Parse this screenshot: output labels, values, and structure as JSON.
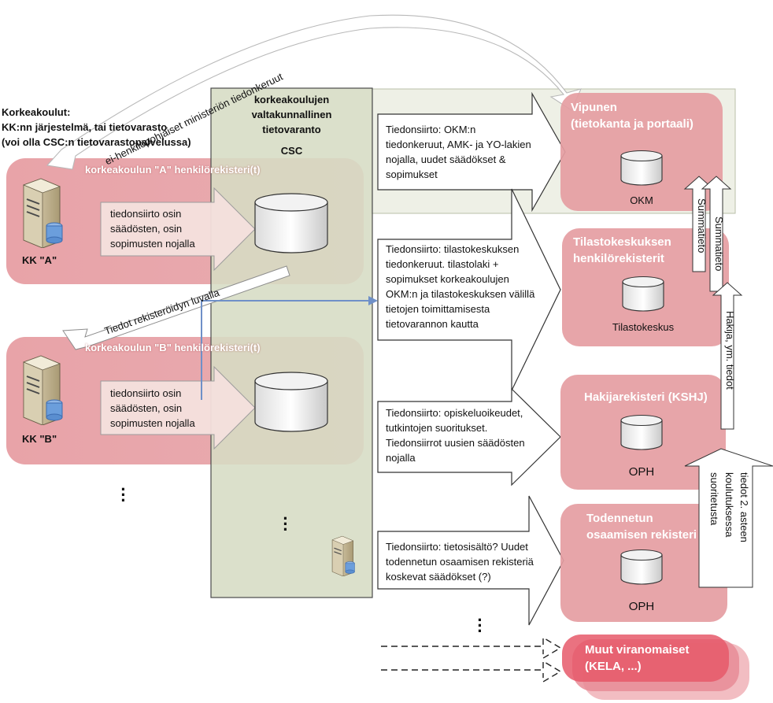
{
  "colors": {
    "band": "#e8a3a8",
    "band_dark": "#d98389",
    "csc_panel": "#d6dcc4",
    "vipunen_panel": "#eef0e6",
    "target_box": "#e59da2",
    "kela_box": "#e6596a",
    "blue_line": "#6f90c8"
  },
  "header": {
    "line1": "Korkeakoulut:",
    "line2": "KK:nn järjestelmä, tai tietovarasto",
    "line3": "(voi olla  CSC:n tietovarastopalvelussa)"
  },
  "top_arrow_label": "ei-henkilöpohjaiset ministeriön tiedonkeruut",
  "csc": {
    "title_line1": "korkeakoulujen",
    "title_line2": "valtakunnallinen",
    "title_line3": "tietovaranto",
    "subtitle": "CSC"
  },
  "band_a": {
    "title": "korkeakoulun \"A\" henkilörekisteri(t)",
    "server_label": "KK \"A\"",
    "arrow_line1": "tiedonsiirto osin",
    "arrow_line2": "säädösten, osin",
    "arrow_line3": "sopimusten nojalla"
  },
  "band_b": {
    "title": "korkeakoulun \"B\" henkilörekisteri(t)",
    "server_label": "KK \"B\"",
    "arrow_line1": "tiedonsiirto osin",
    "arrow_line2": "säädösten, osin",
    "arrow_line3": "sopimusten nojalla"
  },
  "return_arrow_label": "Tiedot rekisteröidyn luvalla",
  "flows": {
    "okm": [
      "Tiedonsiirto: OKM:n",
      "tiedonkeruut, AMK-  ja YO-lakien",
      "nojalla, uudet säädökset &",
      "sopimukset"
    ],
    "tilasto": [
      "Tiedonsiirto: tilastokeskuksen",
      "tiedonkeruut. tilastolaki +",
      "sopimukset korkeakoulujen",
      "OKM:n ja tilastokeskuksen välillä",
      "tietojen toimittamisesta",
      "tietovarannon kautta"
    ],
    "hakija": [
      "Tiedonsiirto: opiskeluoikeudet,",
      "tutkintojen suoritukset.",
      "Tiedonsiirrot uusien säädösten",
      "nojalla"
    ],
    "todennettu": [
      "Tiedonsiirto: tietosisältö? Uudet",
      "todennetun osaamisen rekisteriä",
      "koskevat säädökset (?)"
    ]
  },
  "targets": {
    "vipunen": {
      "title_line1": "Vipunen",
      "title_line2": "(tietokanta ja portaali)",
      "db_label": "OKM"
    },
    "tilastokeskus": {
      "title_line1": "Tilastokeskuksen",
      "title_line2": "henkilörekisterit",
      "db_label": "Tilastokeskus"
    },
    "hakija": {
      "title_line1": "Hakijarekisteri (KSHJ)",
      "db_label": "OPH"
    },
    "todennettu": {
      "title_line1": "Todennetun",
      "title_line2": "osaamisen rekisteri",
      "db_label": "OPH"
    },
    "muut": {
      "title_line1": "Muut viranomaiset",
      "title_line2": "(KELA, ...)"
    }
  },
  "vertical_arrows": {
    "summatieto_1": "Summatieto",
    "summatieto_2": "Summatieto",
    "hakija_tiedot": "Hakija, ym. tiedot",
    "toinen_aste_line1": "tiedot 2. asteen",
    "toinen_aste_line2": "koulutuksessa",
    "toinen_aste_line3": "suoritetusta"
  },
  "icons": {
    "server": "server-icon",
    "database": "database-icon",
    "ellipsis": "vertical-ellipsis-icon"
  }
}
